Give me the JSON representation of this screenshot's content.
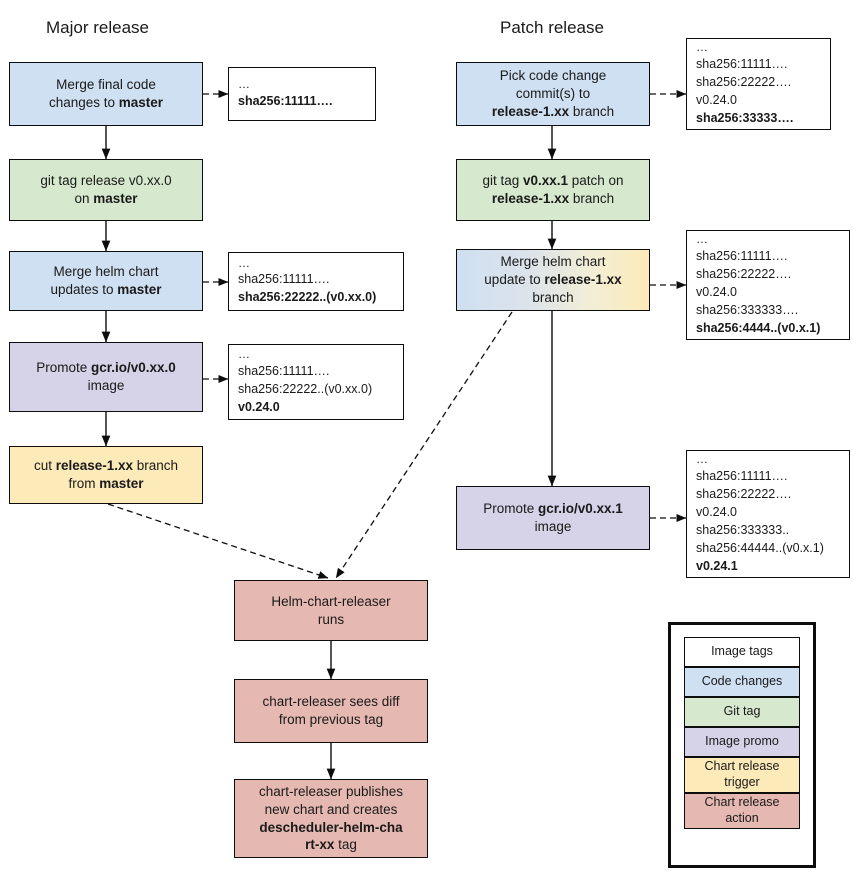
{
  "columns": {
    "major_title": "Major release",
    "patch_title": "Patch release"
  },
  "major": {
    "n1": {
      "html": "Merge final code<br>changes to <b>master</b>",
      "type": "Code changes"
    },
    "n2": {
      "html": "git tag release v0.xx.0<br>on <b>master</b>",
      "type": "Git tag"
    },
    "n3": {
      "html": "Merge helm chart<br>updates to <b>master</b>",
      "type": "Code changes"
    },
    "n4": {
      "html": "Promote <b>gcr.io/v0.xx.0</b><br>image",
      "type": "Image promo"
    },
    "n5": {
      "html": "cut <b>release-1.xx</b> branch<br>from <b>master</b>",
      "type": "Chart release trigger"
    }
  },
  "patch": {
    "p1": {
      "html": "Pick code change<br>commit(s) to<br><b>release-1.xx</b> branch",
      "type": "Code changes"
    },
    "p2": {
      "html": "git tag <b>v0.xx.1</b> patch on<br><b>release-1.xx</b> branch",
      "type": "Git tag"
    },
    "p3": {
      "html": "Merge helm chart<br>update to <b>release-1.xx</b><br>branch",
      "type": "Code changes / Chart release trigger"
    },
    "p4": {
      "html": "Promote <b>gcr.io/v0.xx.1</b><br>image",
      "type": "Image promo"
    }
  },
  "bottom": {
    "b1": {
      "html": "Helm-chart-releaser<br>runs",
      "type": "Chart release action"
    },
    "b2": {
      "html": "chart-releaser sees diff<br>from previous tag",
      "type": "Chart release action"
    },
    "b3": {
      "html": "chart-releaser publishes<br>new chart and creates<br><b>descheduler-helm-cha</b><br><b>rt-xx</b> tag",
      "type": "Chart release action"
    }
  },
  "tag_boxes": {
    "t1": {
      "lines": [
        {
          "text": "…",
          "bold": false
        },
        {
          "text": "sha256:11111….",
          "bold": true
        }
      ]
    },
    "t2": {
      "lines": [
        {
          "text": "…",
          "bold": false
        },
        {
          "text": "sha256:11111….",
          "bold": false
        },
        {
          "text": "sha256:22222..(v0.xx.0)",
          "bold": true
        }
      ]
    },
    "t3": {
      "lines": [
        {
          "text": "…",
          "bold": false
        },
        {
          "text": "sha256:11111….",
          "bold": false
        },
        {
          "text": "sha256:22222..(v0.xx.0)",
          "bold": false
        },
        {
          "text": "v0.24.0",
          "bold": true
        }
      ]
    },
    "t4": {
      "lines": [
        {
          "text": "…",
          "bold": false
        },
        {
          "text": "sha256:11111….",
          "bold": false
        },
        {
          "text": "sha256:22222….",
          "bold": false
        },
        {
          "text": "v0.24.0",
          "bold": false
        },
        {
          "text": "sha256:33333….",
          "bold": true
        }
      ]
    },
    "t5": {
      "lines": [
        {
          "text": "…",
          "bold": false
        },
        {
          "text": "sha256:11111….",
          "bold": false
        },
        {
          "text": "sha256:22222….",
          "bold": false
        },
        {
          "text": "v0.24.0",
          "bold": false
        },
        {
          "text": "sha256:333333….",
          "bold": false
        },
        {
          "text": "sha256:4444..(v0.x.1)",
          "bold": true
        }
      ]
    },
    "t6": {
      "lines": [
        {
          "text": "…",
          "bold": false
        },
        {
          "text": "sha256:11111….",
          "bold": false
        },
        {
          "text": "sha256:22222….",
          "bold": false
        },
        {
          "text": "v0.24.0",
          "bold": false
        },
        {
          "text": "sha256:333333..",
          "bold": false
        },
        {
          "text": "sha256:44444..(v0.x.1)",
          "bold": false
        },
        {
          "text": "v0.24.1",
          "bold": true
        }
      ]
    }
  },
  "legend": {
    "items": [
      {
        "label": "Image tags",
        "color": "#ffffff"
      },
      {
        "label": "Code changes",
        "color": "#cfe0f2"
      },
      {
        "label": "Git tag",
        "color": "#d6e8cd"
      },
      {
        "label": "Image promo",
        "color": "#d6d2e8"
      },
      {
        "label": "Chart release trigger",
        "color": "#fdeab9"
      },
      {
        "label": "Chart release action",
        "color": "#e5b9b1"
      }
    ]
  },
  "colors": {
    "code_changes": "#cfe0f2",
    "git_tag": "#d6e8cd",
    "image_promo": "#d6d2e8",
    "chart_release_trigger": "#fdeab9",
    "chart_release_action": "#e5b9b1",
    "stroke": "#0d0d0d",
    "background": "#ffffff"
  }
}
